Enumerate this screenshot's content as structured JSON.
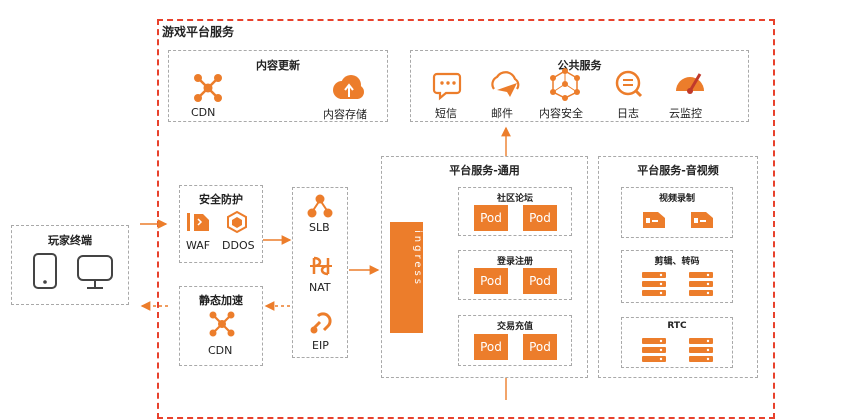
{
  "game_platform": {
    "title": "游戏平台服务"
  },
  "player": {
    "title": "玩家终端"
  },
  "content_update": {
    "title": "内容更新",
    "cdn_label": "CDN",
    "storage_label": "内容存储"
  },
  "public_services": {
    "title": "公共服务",
    "items": [
      "短信",
      "邮件",
      "内容安全",
      "日志",
      "云监控"
    ]
  },
  "security": {
    "title": "安全防护",
    "waf_label": "WAF",
    "ddos_label": "DDOS"
  },
  "acceleration": {
    "title": "静态加速",
    "cdn_label": "CDN"
  },
  "network": {
    "slb_label": "SLB",
    "nat_label": "NAT",
    "eip_label": "EIP"
  },
  "general": {
    "title": "平台服务-通用",
    "ingress_label": "ingress",
    "groups": [
      {
        "title": "社区论坛",
        "pods": [
          "Pod",
          "Pod"
        ]
      },
      {
        "title": "登录注册",
        "pods": [
          "Pod",
          "Pod"
        ]
      },
      {
        "title": "交易充值",
        "pods": [
          "Pod",
          "Pod"
        ]
      }
    ]
  },
  "media": {
    "title": "平台服务-音视频",
    "groups": [
      {
        "title": "视频录制"
      },
      {
        "title": "剪辑、转码"
      },
      {
        "title": "RTC"
      }
    ]
  },
  "colors": {
    "accent": "#ec7d2b",
    "border_main": "#e8412c",
    "dashed": "#a9a9a9"
  }
}
